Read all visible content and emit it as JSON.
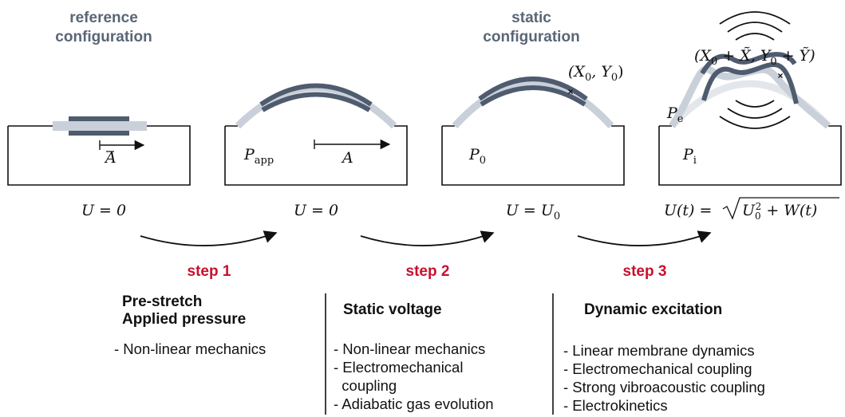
{
  "panels": [
    {
      "caption": [
        "reference",
        "configuration"
      ],
      "pressure": {
        "symbol": "",
        "sub": ""
      },
      "vector": "A",
      "vector_bar": true,
      "voltage": "U = 0",
      "point": ""
    },
    {
      "caption": [
        "",
        ""
      ],
      "pressure": {
        "symbol": "P",
        "sub": "app"
      },
      "vector": "A",
      "vector_bar": false,
      "voltage": "U = 0",
      "point": ""
    },
    {
      "caption": [
        "static",
        "configuration"
      ],
      "pressure": {
        "symbol": "P",
        "sub": "0"
      },
      "vector": "",
      "vector_bar": false,
      "voltage": "U = U",
      "voltage_sub": "0",
      "point": "(X",
      "point_full": [
        "(X",
        "0",
        ", Y",
        "0",
        ")"
      ]
    },
    {
      "caption": [
        "",
        ""
      ],
      "pressure": {
        "symbol": "P",
        "sub": "i"
      },
      "pressure_ext": {
        "symbol": "P",
        "sub": "e"
      },
      "vector": "",
      "voltage": "U(t) = ",
      "voltage_sqrt": [
        "U",
        "0",
        "2",
        " + W(t)"
      ],
      "point_full": [
        "(X",
        "0",
        " + X̃, Y",
        "0",
        " + Ỹ)"
      ]
    }
  ],
  "steps": [
    "step 1",
    "step 2",
    "step 3"
  ],
  "columns": [
    {
      "heading": [
        "Pre-stretch",
        "Applied pressure"
      ],
      "items": [
        "- Non-linear mechanics"
      ]
    },
    {
      "heading": [
        "Static voltage"
      ],
      "items": [
        "- Non-linear mechanics",
        "- Electromechanical",
        "  coupling",
        "- Adiabatic gas evolution"
      ]
    },
    {
      "heading": [
        "Dynamic excitation"
      ],
      "items": [
        "- Linear membrane dynamics",
        "- Electromechanical coupling",
        "- Strong vibroacoustic coupling",
        "- Electrokinetics"
      ]
    }
  ],
  "colors": {
    "membrane_light": "#c9d0d9",
    "electrode_dark": "#4f5b6e",
    "caption": "#5a6677",
    "step": "#c8102e"
  }
}
